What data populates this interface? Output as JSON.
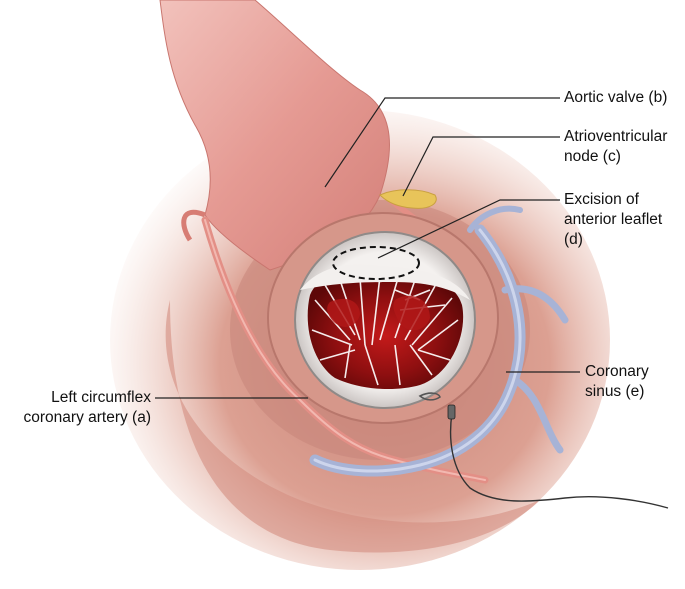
{
  "labels": {
    "aortic_valve": {
      "lines": [
        "Aortic valve (b)"
      ]
    },
    "av_node": {
      "lines": [
        "Atrioventricular",
        "node (c)"
      ]
    },
    "excision": {
      "lines": [
        "Excision of",
        "anterior leaflet",
        "(d)"
      ]
    },
    "coronary_sinus": {
      "lines": [
        "Coronary",
        "sinus (e)"
      ]
    },
    "circumflex": {
      "lines": [
        "Left circumflex",
        "coronary artery (a)"
      ]
    }
  },
  "colors": {
    "background_tissue": "#e7b4a4",
    "aorta": "#e59a93",
    "coronary_sinus_vein": "#a7b3d6",
    "av_node": "#e8c45a",
    "valve_chordae": "#b22222",
    "leader_line": "#222222"
  }
}
